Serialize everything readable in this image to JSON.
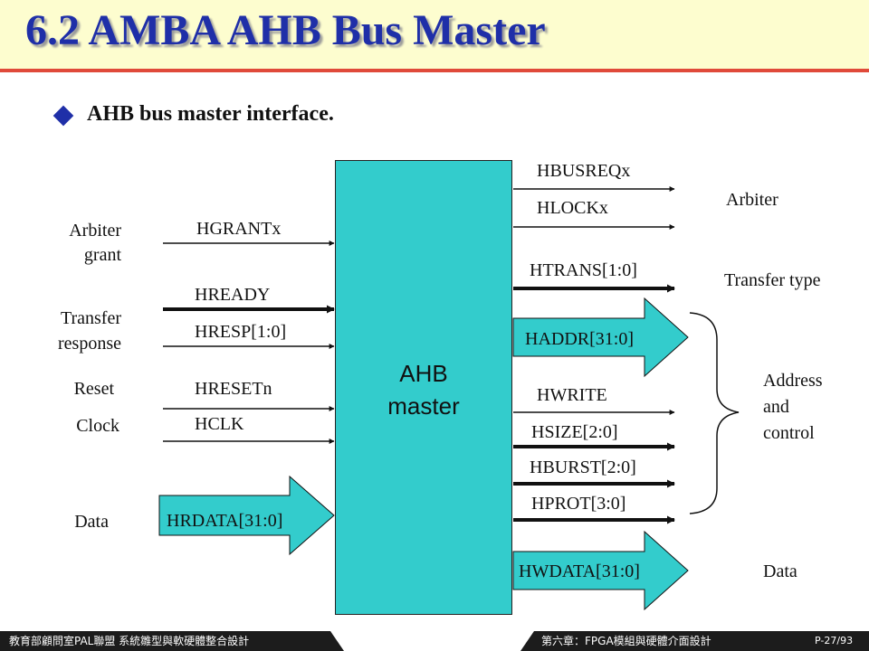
{
  "title": "6.2 AMBA AHB Bus Master",
  "subtitle": "AHB bus master interface.",
  "master_block": "AHB\nmaster",
  "left_groups": {
    "arbiter_grant": "Arbiter\ngrant",
    "transfer_response": "Transfer\nresponse",
    "reset": "Reset",
    "clock": "Clock",
    "data": "Data"
  },
  "left_signals": {
    "hgrantx": "HGRANTx",
    "hready": "HREADY",
    "hresp": "HRESP[1:0]",
    "hresetn": "HRESETn",
    "hclk": "HCLK",
    "hrdata": "HRDATA[31:0]"
  },
  "right_signals": {
    "hbusreqx": "HBUSREQx",
    "hlockx": "HLOCKx",
    "htrans": "HTRANS[1:0]",
    "haddr": "HADDR[31:0]",
    "hwrite": "HWRITE",
    "hsize": "HSIZE[2:0]",
    "hburst": "HBURST[2:0]",
    "hprot": "HPROT[3:0]",
    "hwdata": "HWDATA[31:0]"
  },
  "right_groups": {
    "arbiter": "Arbiter",
    "transfer_type": "Transfer type",
    "address_control": "Address\nand\ncontrol",
    "data": "Data"
  },
  "footer": {
    "left": "教育部顧問室PAL聯盟 系統雛型與軟硬體整合設計",
    "right": "第六章：FPGA模組與硬體介面設計",
    "page": "P-27/93"
  },
  "colors": {
    "title": "#1f2fa8",
    "title_bg": "#fdfdcf",
    "title_rule": "#e04a3a",
    "block": "#33cccc",
    "footer": "#1c1c1c"
  }
}
